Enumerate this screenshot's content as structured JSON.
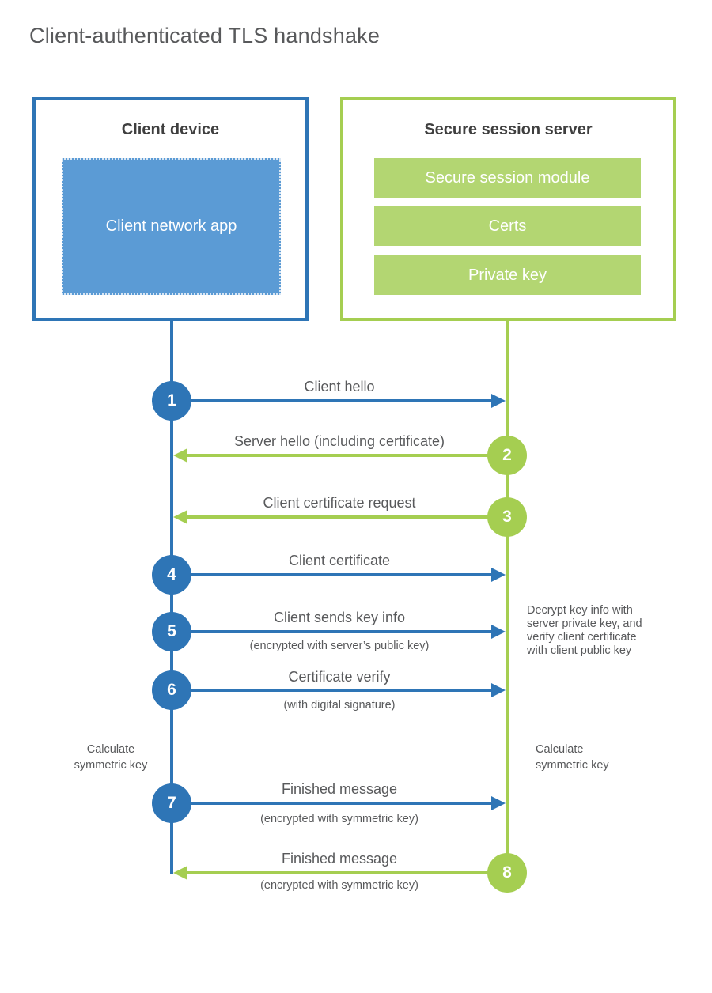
{
  "title": "Client-authenticated TLS handshake",
  "colors": {
    "client_blue": "#2e75b6",
    "client_fill_blue": "#5b9bd5",
    "server_green": "#a5ce51",
    "server_fill_green": "#b3d672",
    "text_gray": "#58595b",
    "heading_dark": "#3f3f3f"
  },
  "client_box": {
    "title": "Client device",
    "app_label": "Client network app"
  },
  "server_box": {
    "title": "Secure session server",
    "modules": [
      {
        "label": "Secure session module"
      },
      {
        "label": "Certs"
      },
      {
        "label": "Private key"
      }
    ]
  },
  "messages": [
    {
      "num": "1",
      "label": "Client hello",
      "sublabel": "",
      "direction": "right",
      "actor": "client"
    },
    {
      "num": "2",
      "label": "Server hello (including certificate)",
      "sublabel": "",
      "direction": "left",
      "actor": "server"
    },
    {
      "num": "3",
      "label": "Client certificate request",
      "sublabel": "",
      "direction": "left",
      "actor": "server"
    },
    {
      "num": "4",
      "label": "Client certificate",
      "sublabel": "",
      "direction": "right",
      "actor": "client"
    },
    {
      "num": "5",
      "label": "Client sends key info",
      "sublabel": "(encrypted with server’s public key)",
      "direction": "right",
      "actor": "client"
    },
    {
      "num": "6",
      "label": "Certificate verify",
      "sublabel": "(with digital signature)",
      "direction": "right",
      "actor": "client"
    },
    {
      "num": "7",
      "label": "Finished message",
      "sublabel": "(encrypted with symmetric key)",
      "direction": "right",
      "actor": "client"
    },
    {
      "num": "8",
      "label": "Finished message",
      "sublabel": "(encrypted with symmetric key)",
      "direction": "left",
      "actor": "server"
    }
  ],
  "notes": {
    "decrypt_lines": [
      "Decrypt key info with",
      "server private key, and",
      "verify client certificate",
      "with client public key"
    ],
    "calc_left_lines": [
      "Calculate",
      "symmetric key"
    ],
    "calc_right_lines": [
      "Calculate",
      "symmetric key"
    ]
  }
}
